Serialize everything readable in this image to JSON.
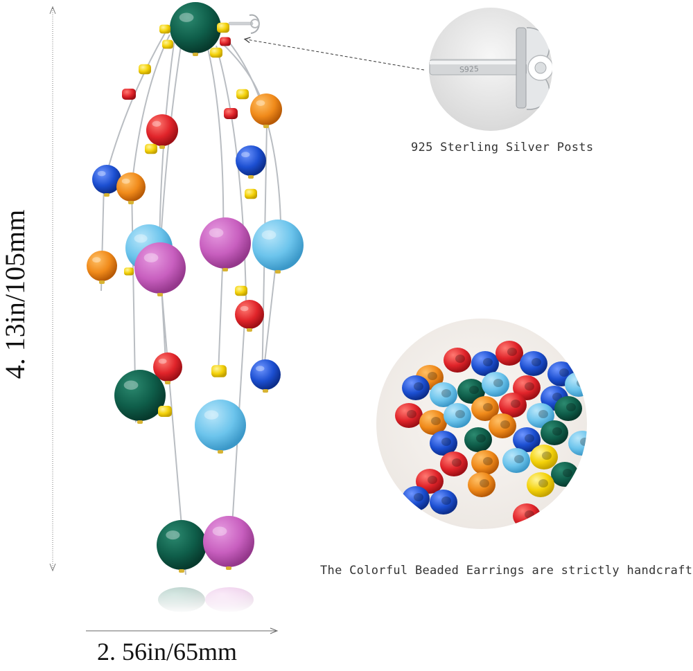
{
  "dimensions": {
    "height_text": "4. 13in/105mm",
    "width_text": "2. 56in/65mm"
  },
  "callouts": {
    "post_caption": "925 Sterling Silver Posts",
    "stamp_text": "S925",
    "beads_caption": "The Colorful Beaded Earrings are strictly handcrafted"
  },
  "colors": {
    "emerald": "#0f5e4a",
    "magenta": "#c85fbf",
    "sky_blue": "#6cc4ec",
    "orange": "#f08a1a",
    "red": "#e0242a",
    "cobalt": "#1c4fd1",
    "yellow": "#f4d20a",
    "wire": "#b9bdc2"
  }
}
